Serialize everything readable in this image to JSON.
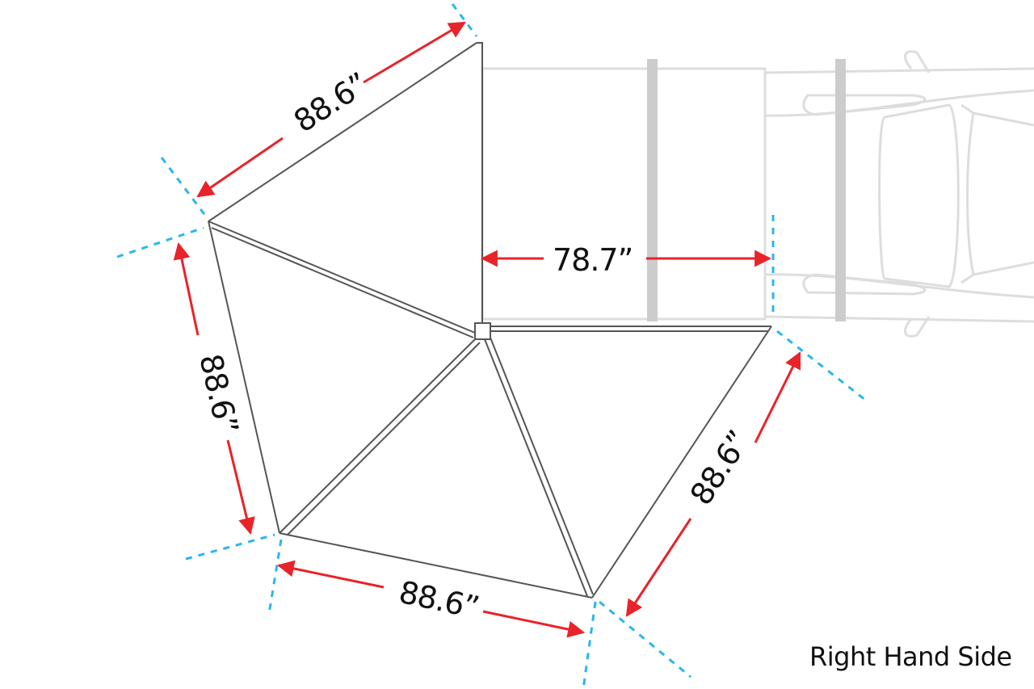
{
  "diagram": {
    "caption": "Right Hand Side",
    "dimensions": {
      "top_left_side": "88.6”",
      "left_side": "88.6”",
      "bottom_side": "88.6”",
      "right_side": "88.6”",
      "vehicle_width": "78.7”"
    },
    "colors": {
      "arrow": "#e8232a",
      "guide": "#29b6f0",
      "awning_outline": "#555555",
      "vehicle_outline": "#dddddd",
      "roof_bar": "#cccccc"
    }
  }
}
